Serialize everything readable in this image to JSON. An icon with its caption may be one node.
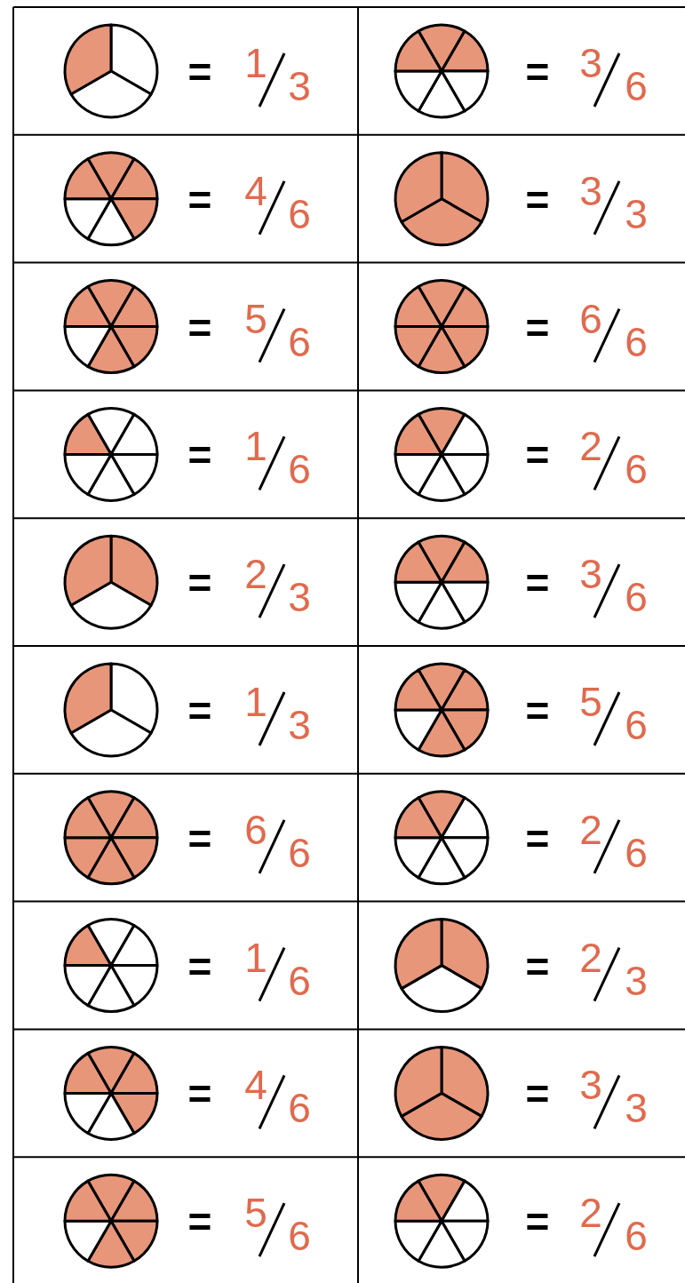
{
  "diagram": {
    "labels": [
      "=",
      "1",
      "3",
      "=",
      "3",
      "6",
      "=",
      "4",
      "6",
      "=",
      "3",
      "3",
      "=",
      "5",
      "6",
      "=",
      "6",
      "6",
      "=",
      "1",
      "6",
      "=",
      "2",
      "6",
      "=",
      "2",
      "3",
      "=",
      "3",
      "6",
      "=",
      "1",
      "3",
      "=",
      "5",
      "6",
      "=",
      "6",
      "6",
      "=",
      "2",
      "6",
      "=",
      "1",
      "6",
      "=",
      "2",
      "3",
      "=",
      "4",
      "6",
      "=",
      "3",
      "3",
      "=",
      "5",
      "6",
      "=",
      "2",
      "6"
    ]
  }
}
